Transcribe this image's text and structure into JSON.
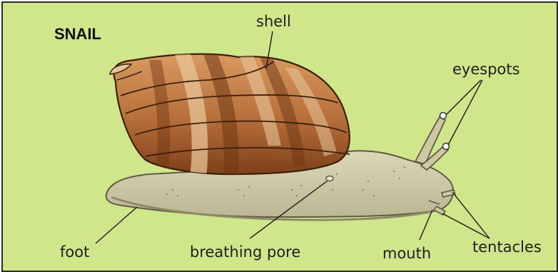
{
  "title": "SNAIL",
  "labels": {
    "shell": "shell",
    "eyespots": "eyespots",
    "foot": "foot",
    "breathing_pore": "breathing pore",
    "mouth": "mouth",
    "tentacles": "tentacles"
  },
  "colors": {
    "background": "#cfe68a",
    "border": "#2b2b2b",
    "shell_base": "#b66e39",
    "shell_dark": "#6e3614",
    "shell_light": "#e8c49a",
    "body": "#cdc7a4",
    "body_edge": "#5f5a45"
  }
}
